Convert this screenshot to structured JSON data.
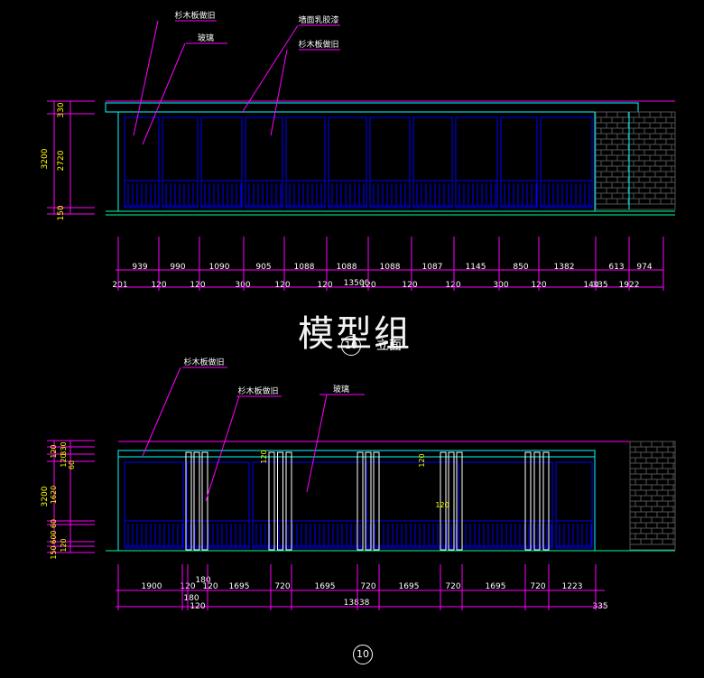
{
  "watermark": "模型组",
  "colors": {
    "background": "#000000",
    "dimension": "#ff00ff",
    "dimension_text": "#ffffff",
    "label_text": "#ffff00",
    "wall_outline": "#00ffff",
    "frame": "#0000ff",
    "ground": "#00ff99",
    "brick": "#555555",
    "pillar": "#ffffff"
  },
  "elevation_top": {
    "title": "立面",
    "marker": "10",
    "annotations": [
      "杉木板做旧",
      "玻璃",
      "墙面乳胶漆",
      "杉木板做旧"
    ],
    "vertical_dims": [
      "330",
      "2720",
      "150"
    ],
    "total_height": "3200",
    "dims_row1": [
      "939",
      "990",
      "1090",
      "905",
      "1088",
      "1088",
      "1088",
      "1087",
      "1145",
      "850",
      "1382",
      "613",
      "974"
    ],
    "dims_row2": [
      "201",
      "120",
      "120",
      "300",
      "120",
      "120",
      "120",
      "120",
      "120",
      "300",
      "120",
      "140",
      "335",
      "1922"
    ],
    "total": "13500"
  },
  "elevation_bottom": {
    "marker": "10",
    "annotations": [
      "杉木板做旧",
      "杉木板做旧",
      "玻璃"
    ],
    "vertical_dims": [
      "120",
      "330",
      "120",
      "60",
      "1620",
      "60",
      "600",
      "120",
      "150"
    ],
    "total_height": "3200",
    "inner_dims": [
      "120",
      "120",
      "120"
    ],
    "dims_row1": [
      "1900",
      "120",
      "180",
      "120",
      "1695",
      "720",
      "1695",
      "720",
      "1695",
      "720",
      "1695",
      "720",
      "1223"
    ],
    "dims_row2": [
      "180",
      "120"
    ],
    "total": "13838",
    "right_dim": "335"
  }
}
